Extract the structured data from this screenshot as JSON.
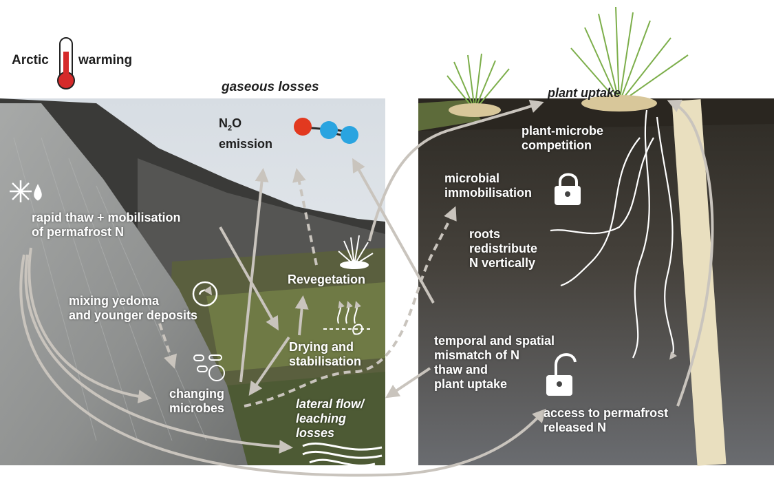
{
  "header": {
    "title_left": "Arctic",
    "title_right": "warming",
    "gaseous_title": "gaseous losses",
    "n2o_line1": "N",
    "n2o_sub": "2",
    "n2o_line1_tail": "O",
    "n2o_line2": "emission",
    "plant_uptake": "plant uptake"
  },
  "left_panel": {
    "rapid_thaw": "rapid thaw + mobilisation\nof permafrost N",
    "mixing": "mixing yedoma\nand younger deposits",
    "changing_microbes": "changing\nmicrobes",
    "revegetation": "Revegetation",
    "drying": "Drying and\nstabilisation",
    "lateral_flow": "lateral flow/\nleaching\nlosses"
  },
  "right_panel": {
    "competition": "plant-microbe\ncompetition",
    "immobilisation": "microbial\nimmobilisation",
    "roots": "roots\nredistribute\nN vertically",
    "mismatch": "temporal and spatial\nmismatch of N\nthaw and\nplant uptake",
    "access": "access to permafrost\nreleased N"
  },
  "colors": {
    "arrow": "#c9c4bd",
    "molecule_red": "#e2391f",
    "molecule_blue": "#2aa4e0",
    "thermometer": "#d52a2a"
  },
  "icons": [
    "thermometer-icon",
    "snowflake-droplet-icon",
    "mixing-cycle-icon",
    "microbes-icon",
    "revegetation-plant-icon",
    "drying-steam-icon",
    "water-waves-icon",
    "padlock-locked-icon",
    "padlock-open-icon",
    "n2o-molecule-icon",
    "grass-tuft-icon"
  ]
}
